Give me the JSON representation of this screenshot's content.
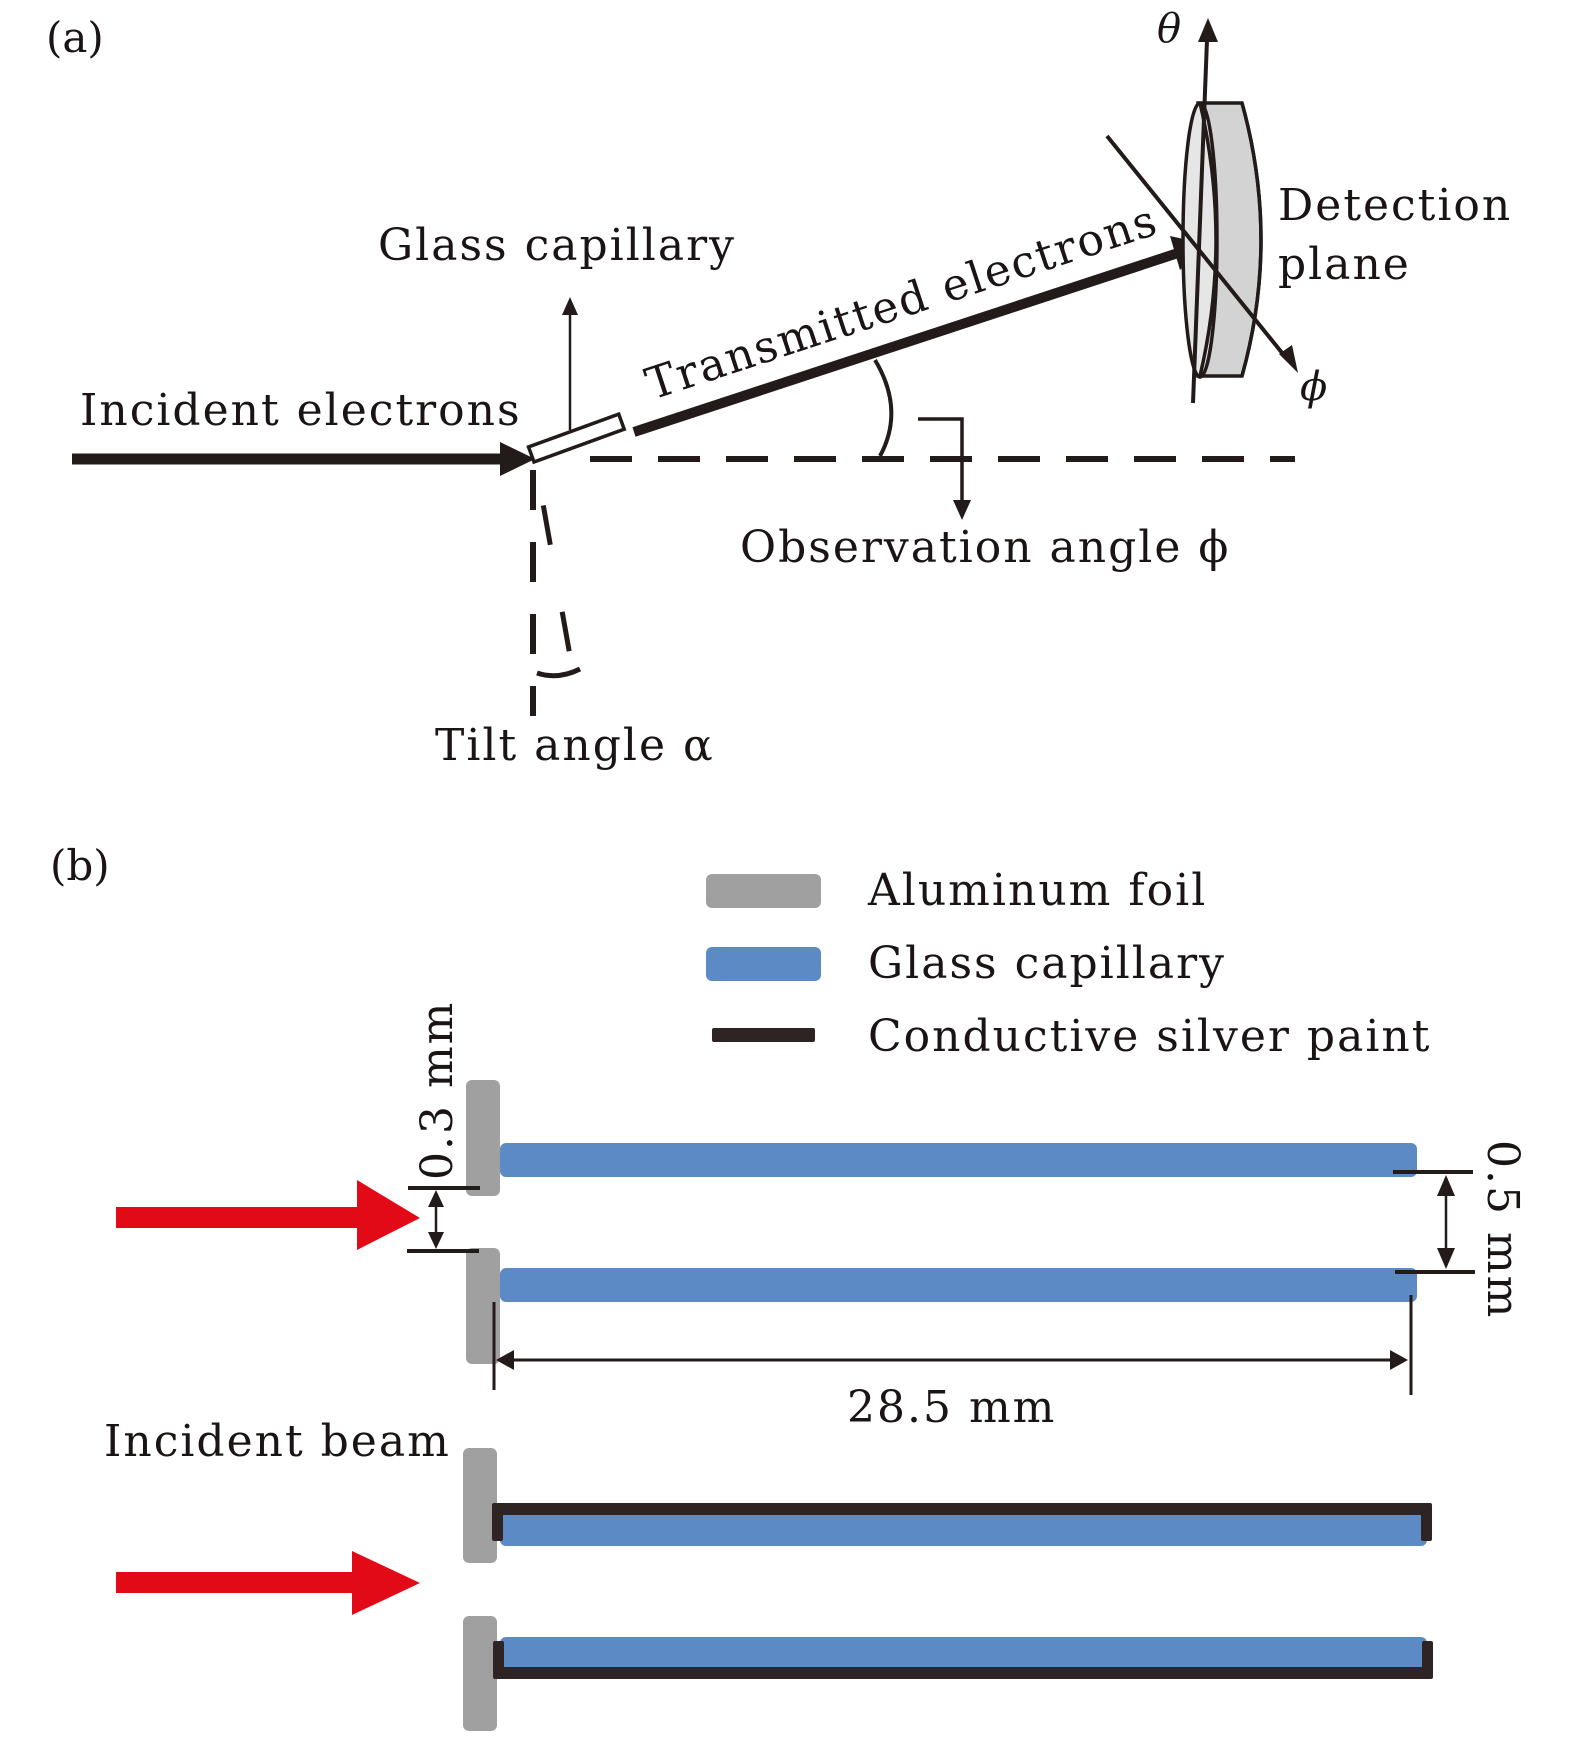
{
  "figure": {
    "panel_a": {
      "label": "(a)",
      "incident_electrons": "Incident electrons",
      "glass_capillary": "Glass capillary",
      "transmitted_electrons": "Transmitted electrons",
      "detection_plane_line1": "Detection",
      "detection_plane_line2": "plane",
      "observation_angle": "Observation angle ϕ",
      "tilt_angle": "Tilt angle α",
      "theta_axis": "θ",
      "phi_axis": "ϕ"
    },
    "panel_b": {
      "label": "(b)",
      "legend": [
        {
          "label": "Aluminum foil",
          "color": "#a0a0a0",
          "kind": "block"
        },
        {
          "label": "Glass capillary",
          "color": "#5b8ac4",
          "kind": "block"
        },
        {
          "label": "Conductive silver paint",
          "color": "#2e2424",
          "kind": "line"
        }
      ],
      "dim_inlet": "0.3 mm",
      "dim_bore": "0.5 mm",
      "dim_length": "28.5 mm",
      "incident_beam": "Incident beam"
    },
    "colors": {
      "ink": "#231a1a",
      "foil": "#a0a0a0",
      "glass": "#5b8ac4",
      "paint": "#2e2424",
      "beam": "#e30a17",
      "detector_face": "#e6e6e6",
      "detector_side": "#d3d3d3"
    }
  }
}
